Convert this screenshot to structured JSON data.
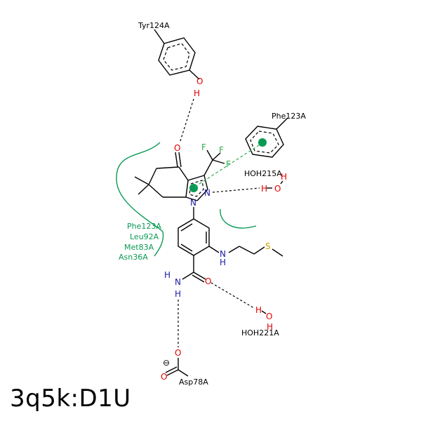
{
  "title": "3q5k:D1U",
  "colors": {
    "oxygen": "#e00000",
    "nitrogen": "#1a1aa6",
    "fluorine": "#2fae4e",
    "sulfur": "#c9a100",
    "hydrophobic": "#0a9a55",
    "bond": "#000000"
  },
  "residues": {
    "tyr": "Tyr124A",
    "phe_top": "Phe123A",
    "hoh215": "HOH215A",
    "hoh221": "HOH221A",
    "asp": "Asp78A"
  },
  "hydrophobic_contacts": [
    "Phe123A",
    "Leu92A",
    "Met83A",
    "Asn36A"
  ],
  "atoms": {
    "O": "O",
    "H": "H",
    "N": "N",
    "F": "F",
    "S": "S",
    "charge": "⊖"
  }
}
